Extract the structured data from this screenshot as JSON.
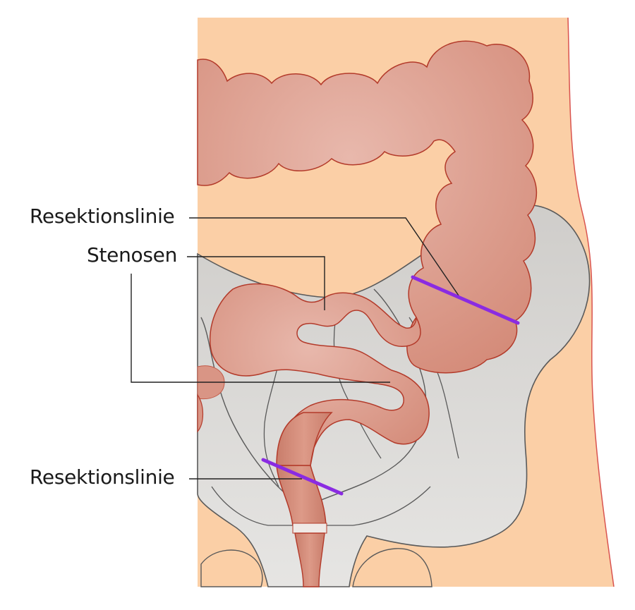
{
  "diagram": {
    "labels": {
      "resection_line_upper": "Resektionslinie",
      "stenoses": "Stenosen",
      "resection_line_lower": "Resektionslinie"
    },
    "colors": {
      "skin": "#fbcfa6",
      "skin_outline": "#d9534f",
      "colon_fill": "#d99585",
      "colon_outline": "#b33a2a",
      "pelvis_fill": "#d7d5d2",
      "pelvis_outline": "#5a5a5a",
      "resection_line": "#8a2be2",
      "leader_line": "#222222"
    }
  }
}
